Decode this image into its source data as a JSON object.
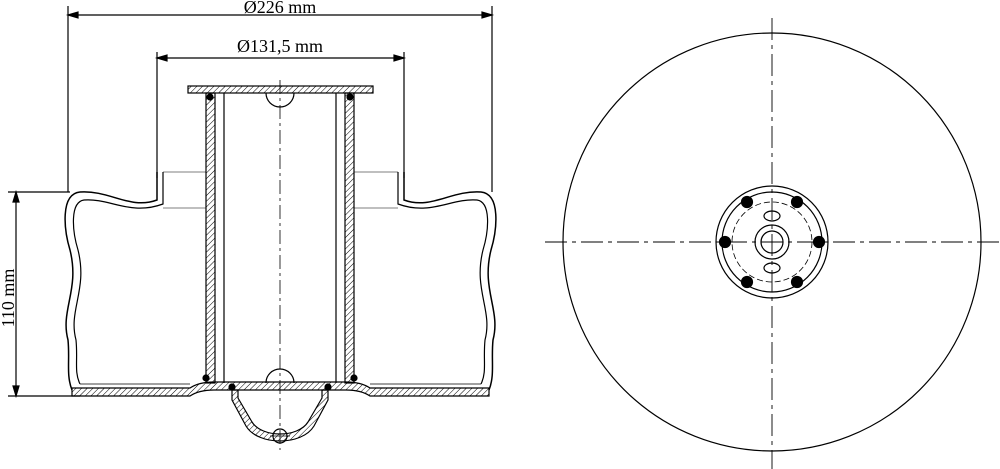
{
  "drawing": {
    "dimensions": {
      "outer_diameter": "Ø226 mm",
      "inner_diameter": "Ø131,5 mm",
      "height": "110 mm"
    },
    "colors": {
      "line": "#000000",
      "hatch": "#000000",
      "bolt": "#000000",
      "background": "#ffffff"
    }
  }
}
